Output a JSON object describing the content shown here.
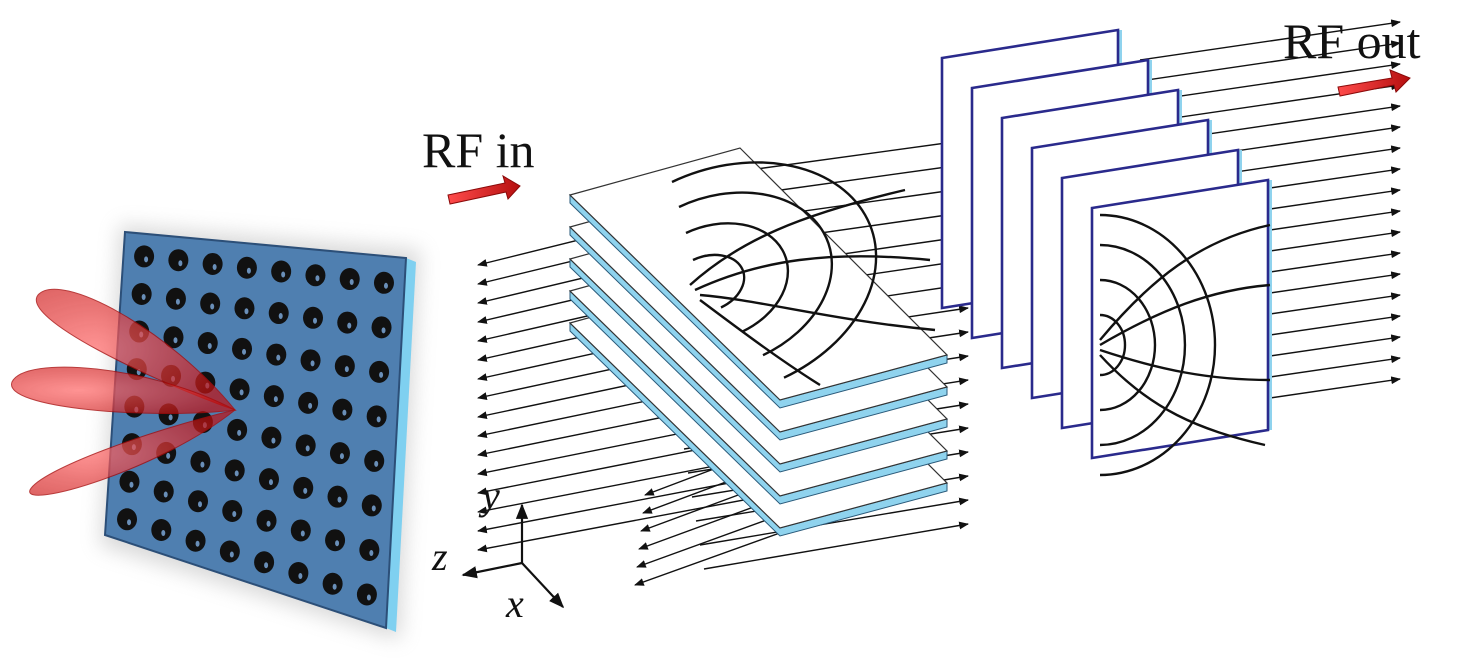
{
  "labels": {
    "rf_in": "RF in",
    "rf_out": "RF out"
  },
  "axes": {
    "y": "y",
    "z": "z",
    "x": "x"
  },
  "colors": {
    "array_face": "#4f7fb0",
    "array_edge": "#7fd0f0",
    "hole": "#111111",
    "beam": "#e01e1e",
    "arrow_red": "#d81b1b",
    "plate_edge_blue": "#2a2a8c",
    "plate_side_cyan": "#8fd3ee",
    "line": "#111111"
  },
  "icons": {
    "rf_in_arrow": "red-right-arrow",
    "rf_out_arrow": "red-right-arrow"
  }
}
